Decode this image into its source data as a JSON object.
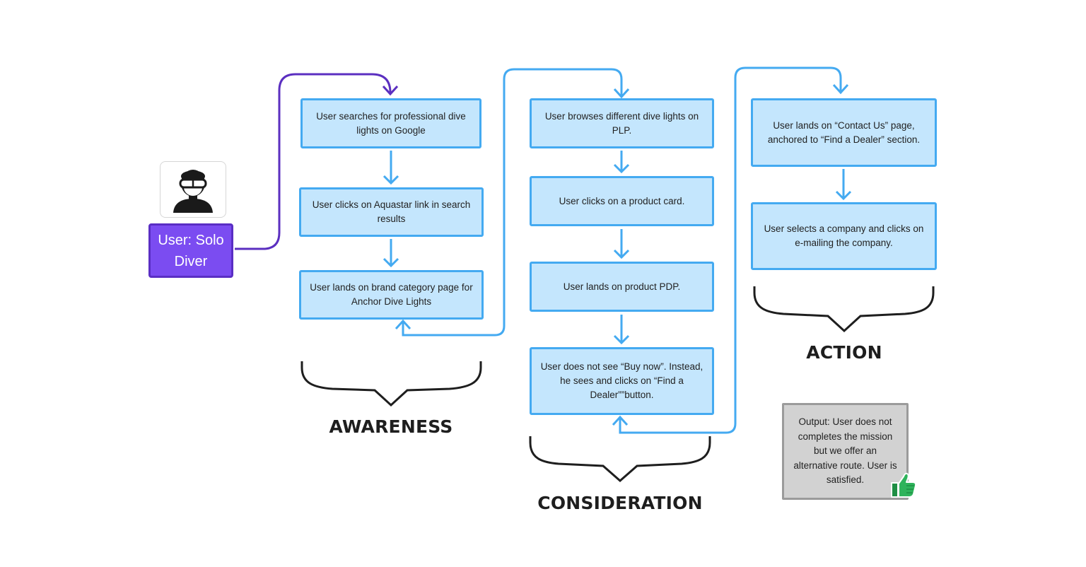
{
  "persona": {
    "label": "User: Solo Diver",
    "avatar_icon": "diver-mask-avatar-icon",
    "color": "#7b4cf1"
  },
  "stages": [
    {
      "label": "AWARENESS",
      "steps": [
        "User searches for professional dive lights on Google",
        "User clicks on Aquastar link in search results",
        "User lands on brand category page for Anchor Dive Lights"
      ]
    },
    {
      "label": "CONSIDERATION",
      "steps": [
        "User browses different dive lights on PLP.",
        "User clicks on a product card.",
        "User lands on product PDP.",
        "User does not see “Buy now”. Instead, he sees and clicks on “Find a Dealer””button."
      ]
    },
    {
      "label": "ACTION",
      "steps": [
        "User lands on “Contact Us” page, anchored to “Find a Dealer” section.",
        "User selects a company and clicks on e-mailing the company."
      ]
    }
  ],
  "output_note": "Output: User does not completes the mission but we offer an alternative route. User is satisfied.",
  "colors": {
    "step_fill": "#c4e6fd",
    "step_border": "#44aaf1",
    "connector": "#44aaf1",
    "persona_connector": "#5b2fc0",
    "note_fill": "#d2d2d2",
    "note_border": "#9b9b9b"
  },
  "icons": [
    "diver-mask-avatar-icon",
    "thumbs-up-icon"
  ]
}
